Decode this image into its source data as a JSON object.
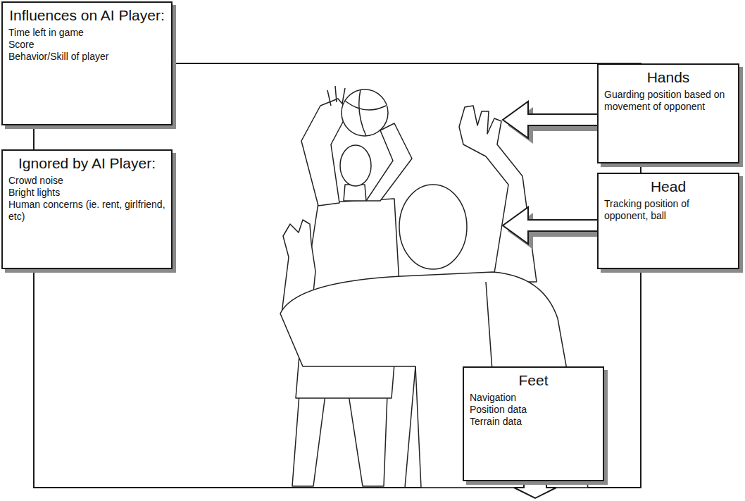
{
  "diagram": {
    "nodes": [
      {
        "text": [
          "Influences on AI Player:",
          "Time left in game",
          "Score",
          "Behavior/Skill of player"
        ]
      },
      {
        "text": [
          "Ignored by AI Player:",
          "Crowd noise",
          "Bright lights",
          "Human concerns (ie. rent, girlfriend, etc)"
        ]
      },
      {
        "text": [
          "Hands",
          "Guarding position based on movement of opponent"
        ]
      },
      {
        "text": [
          "Head",
          "Tracking position of opponent, ball"
        ]
      },
      {
        "text": [
          "Feet",
          "Navigation",
          "Position data",
          "Terrain data"
        ]
      }
    ]
  }
}
